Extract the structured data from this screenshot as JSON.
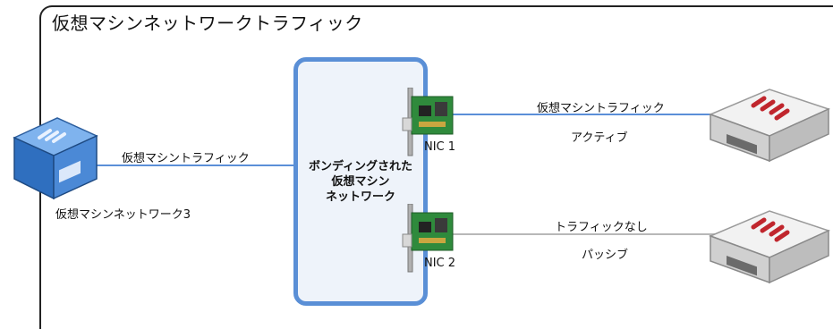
{
  "title": "仮想マシンネットワークトラフィック",
  "left_switch": {
    "label": "仮想マシンネットワーク3",
    "link_label": "仮想マシントラフィック"
  },
  "bond": {
    "label_lines": [
      "ボンディングされた",
      "仮想マシン",
      "ネットワーク"
    ]
  },
  "nic1": {
    "label": "NIC 1",
    "traffic": "仮想マシントラフィック",
    "state": "アクティブ"
  },
  "nic2": {
    "label": "NIC 2",
    "traffic": "トラフィックなし",
    "state": "パッシブ"
  },
  "colors": {
    "active_link": "#5b8fd8",
    "passive_link": "#b8b8b8",
    "bond_border": "#5a8fd6",
    "bond_fill": "#eef3fa",
    "nic_green": "#2f8a3c"
  }
}
